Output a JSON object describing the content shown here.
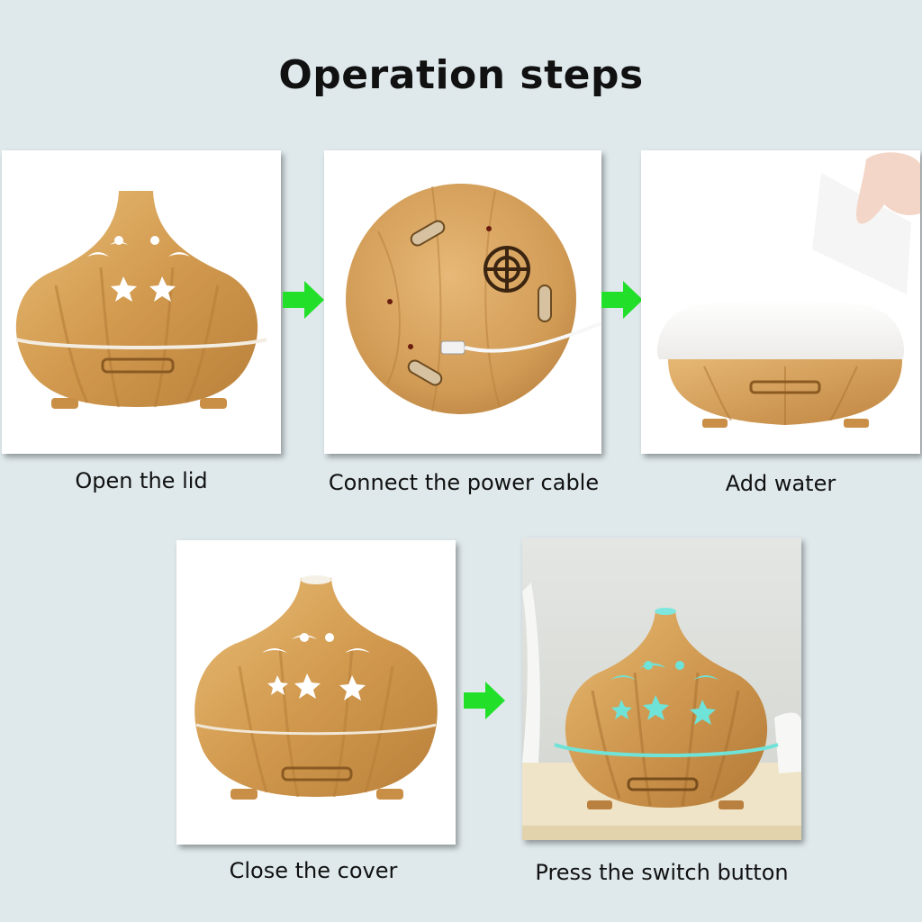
{
  "title": "Operation steps",
  "steps": [
    {
      "caption": "Open the lid"
    },
    {
      "caption": "Connect the power cable"
    },
    {
      "caption": "Add water"
    },
    {
      "caption": "Close the cover"
    },
    {
      "caption": "Press the switch button"
    }
  ],
  "colors": {
    "background": "#dfe9ec",
    "arrow": "#22e02a",
    "wood": "#d9a55c",
    "wood_dark": "#b27a33",
    "glow": "#6fe3d8"
  },
  "icons": {
    "arrow": "right-arrow-icon"
  }
}
